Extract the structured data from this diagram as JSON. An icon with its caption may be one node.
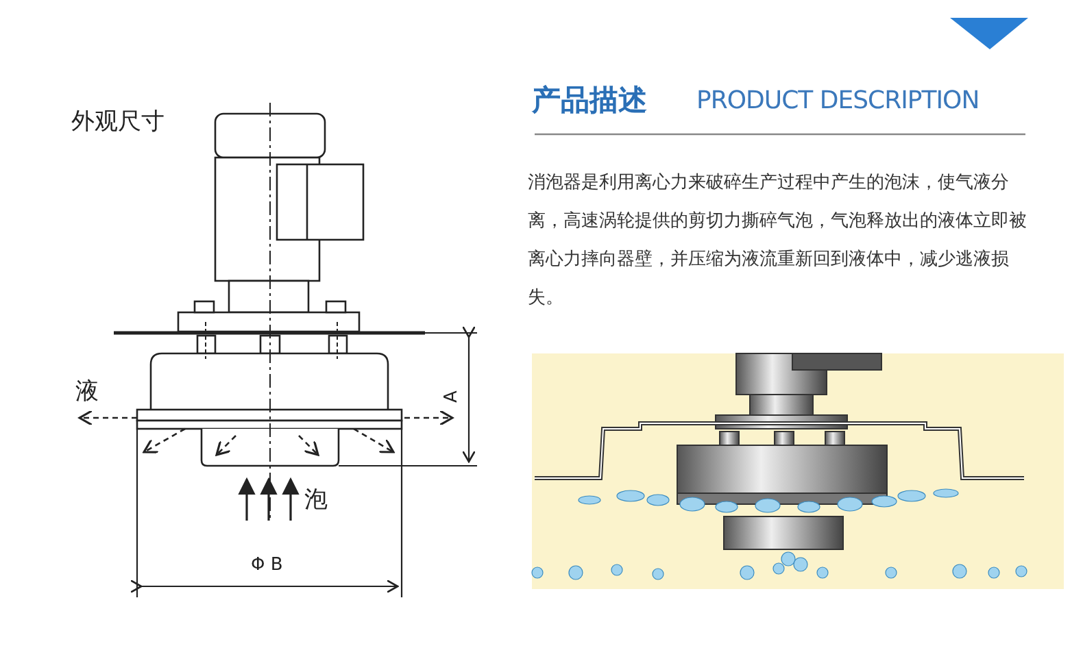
{
  "diagram": {
    "title": "产品描述",
    "labels": [
      "PRODUCT DESCRIPTION",
      "外观尺寸",
      "消泡器是利用离心力来破碎生产过程中产生的泡沫，使气液分离，高速涡轮提供的剪切力撕碎气泡，气泡释放出的液体立即被离心力摔向器壁，并压缩为液流重新回到液体中，减少逃液损失。",
      "液",
      "A",
      "泡",
      "Φ B"
    ]
  }
}
